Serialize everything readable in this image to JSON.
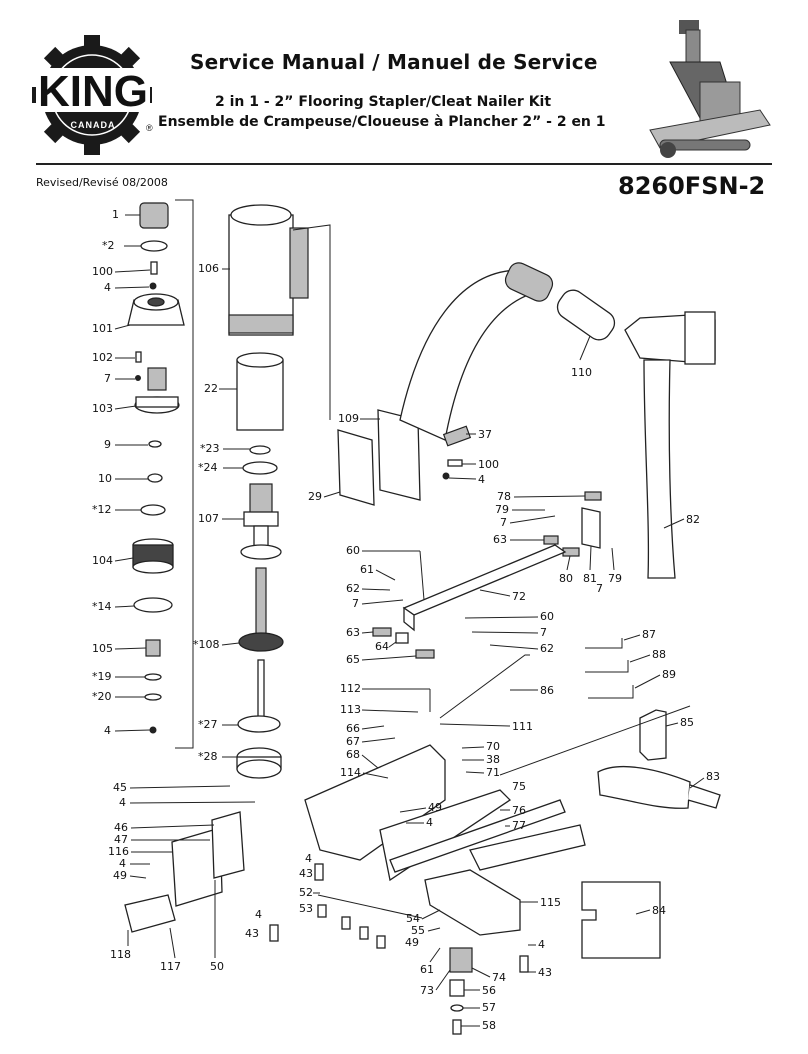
{
  "header": {
    "brand": "KING",
    "brand_sub": "CANADA",
    "registered": "®",
    "title": "Service Manual / Manuel de Service",
    "subtitle_en": "2 in 1 - 2” Flooring Stapler/Cleat Nailer Kit",
    "subtitle_fr": "Ensemble de Crampeuse/Cloueuse à Plancher 2” - 2 en 1",
    "revised": "Revised/Revisé 08/2008",
    "model": "8260FSN-2"
  },
  "parts": {
    "p1": "1",
    "p2": "*2",
    "p100a": "100",
    "p4a": "4",
    "p101": "101",
    "p102": "102",
    "p7a": "7",
    "p103": "103",
    "p9": "9",
    "p10": "10",
    "p12": "*12",
    "p104": "104",
    "p14": "*14",
    "p105": "105",
    "p19": "*19",
    "p20": "*20",
    "p4b": "4",
    "p106": "106",
    "p22": "22",
    "p23": "*23",
    "p24": "*24",
    "p107": "107",
    "p108": "*108",
    "p27": "*27",
    "p28": "*28",
    "p109": "109",
    "p29": "29",
    "p37": "37",
    "p100b": "100",
    "p4c": "4",
    "p110": "110",
    "p82": "82",
    "p78": "78",
    "p79a": "79",
    "p7b": "7",
    "p63a": "63",
    "p80": "80",
    "p81": "81",
    "p79b": "79",
    "p7c": "7",
    "p60a": "60",
    "p61a": "61",
    "p62a": "62",
    "p7d": "7",
    "p72": "72",
    "p60b": "60",
    "p7e": "7",
    "p62b": "62",
    "p63b": "63",
    "p64": "64",
    "p65": "65",
    "p87": "87",
    "p88": "88",
    "p89": "89",
    "p86": "86",
    "p112": "112",
    "p113": "113",
    "p111": "111",
    "p66": "66",
    "p67": "67",
    "p68": "68",
    "p70": "70",
    "p38": "38",
    "p71": "71",
    "p114": "114",
    "p85": "85",
    "p75": "75",
    "p83": "83",
    "p45": "45",
    "p4d": "4",
    "p49a": "49",
    "p4e": "4",
    "p76": "76",
    "p77": "77",
    "p46": "46",
    "p47": "47",
    "p116": "116",
    "p4f": "4",
    "p49b": "49",
    "p4g": "4",
    "p43a": "43",
    "p52": "52",
    "p53": "53",
    "p4h": "4",
    "p43b": "43",
    "p118": "118",
    "p117": "117",
    "p50": "50",
    "p115": "115",
    "p84": "84",
    "p54": "54",
    "p55": "55",
    "p49c": "49",
    "p4i": "4",
    "p61b": "61",
    "p74": "74",
    "p43c": "43",
    "p73": "73",
    "p56": "56",
    "p57": "57",
    "p58": "58"
  }
}
